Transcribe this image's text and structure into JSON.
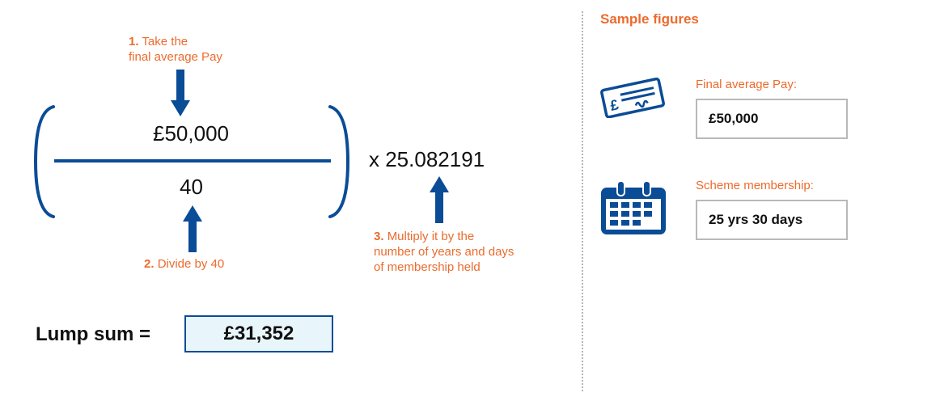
{
  "formula": {
    "step1_num": "1.",
    "step1_text_a": "Take the",
    "step1_text_b": "final average Pay",
    "numerator": "£50,000",
    "denominator": "40",
    "multiplier": "x 25.082191",
    "step2_num": "2.",
    "step2_text": "Divide by 40",
    "step3_num": "3.",
    "step3_text_a": "Multiply it by the",
    "step3_text_b": "number of years and days",
    "step3_text_c": "of membership held"
  },
  "lump_sum": {
    "label": "Lump sum =",
    "value": "£31,352"
  },
  "sample": {
    "title": "Sample figures",
    "pay_label": "Final average Pay:",
    "pay_value": "£50,000",
    "membership_label": "Scheme membership:",
    "membership_value": "25 yrs 30 days"
  },
  "icons": [
    "cheque-icon",
    "calendar-icon",
    "arrow-down-icon",
    "arrow-up-icon"
  ],
  "colors": {
    "accent": "#ec6b2d",
    "brand_blue": "#0a4c96",
    "highlight_bg": "#e8f5fb"
  }
}
